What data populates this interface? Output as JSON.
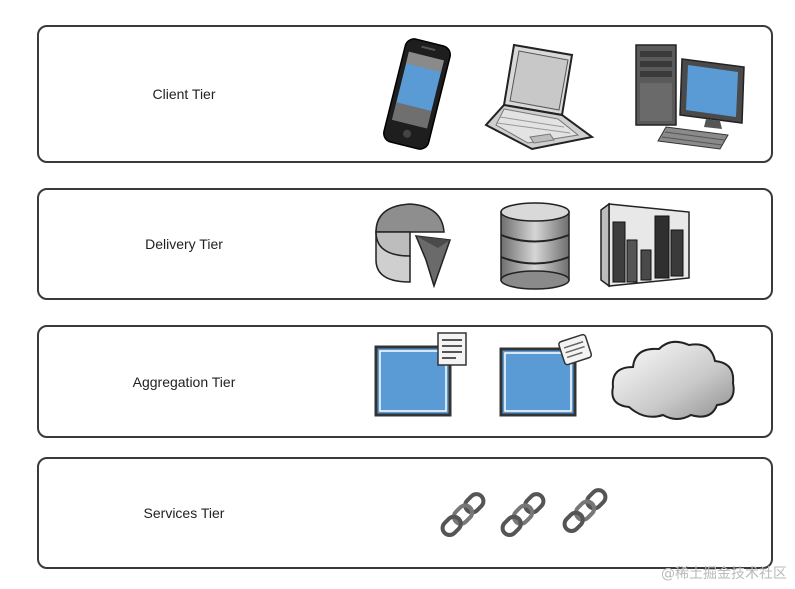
{
  "tiers": [
    {
      "label": "Client Tier",
      "icons": [
        "smartphone-icon",
        "laptop-icon",
        "desktop-computer-icon"
      ]
    },
    {
      "label": "Delivery Tier",
      "icons": [
        "pie-chart-icon",
        "database-icon",
        "bar-chart-icon"
      ]
    },
    {
      "label": "Aggregation Tier",
      "icons": [
        "window-document-icon",
        "window-script-icon",
        "cloud-icon"
      ]
    },
    {
      "label": "Services Tier",
      "icons": [
        "chain-link-icon",
        "chain-link-icon",
        "chain-link-icon"
      ]
    }
  ],
  "watermark": "@稀土掘金技术社区",
  "colors": {
    "border": "#3a3a3a",
    "screen_blue": "#5b9bd5",
    "text": "#222222"
  }
}
